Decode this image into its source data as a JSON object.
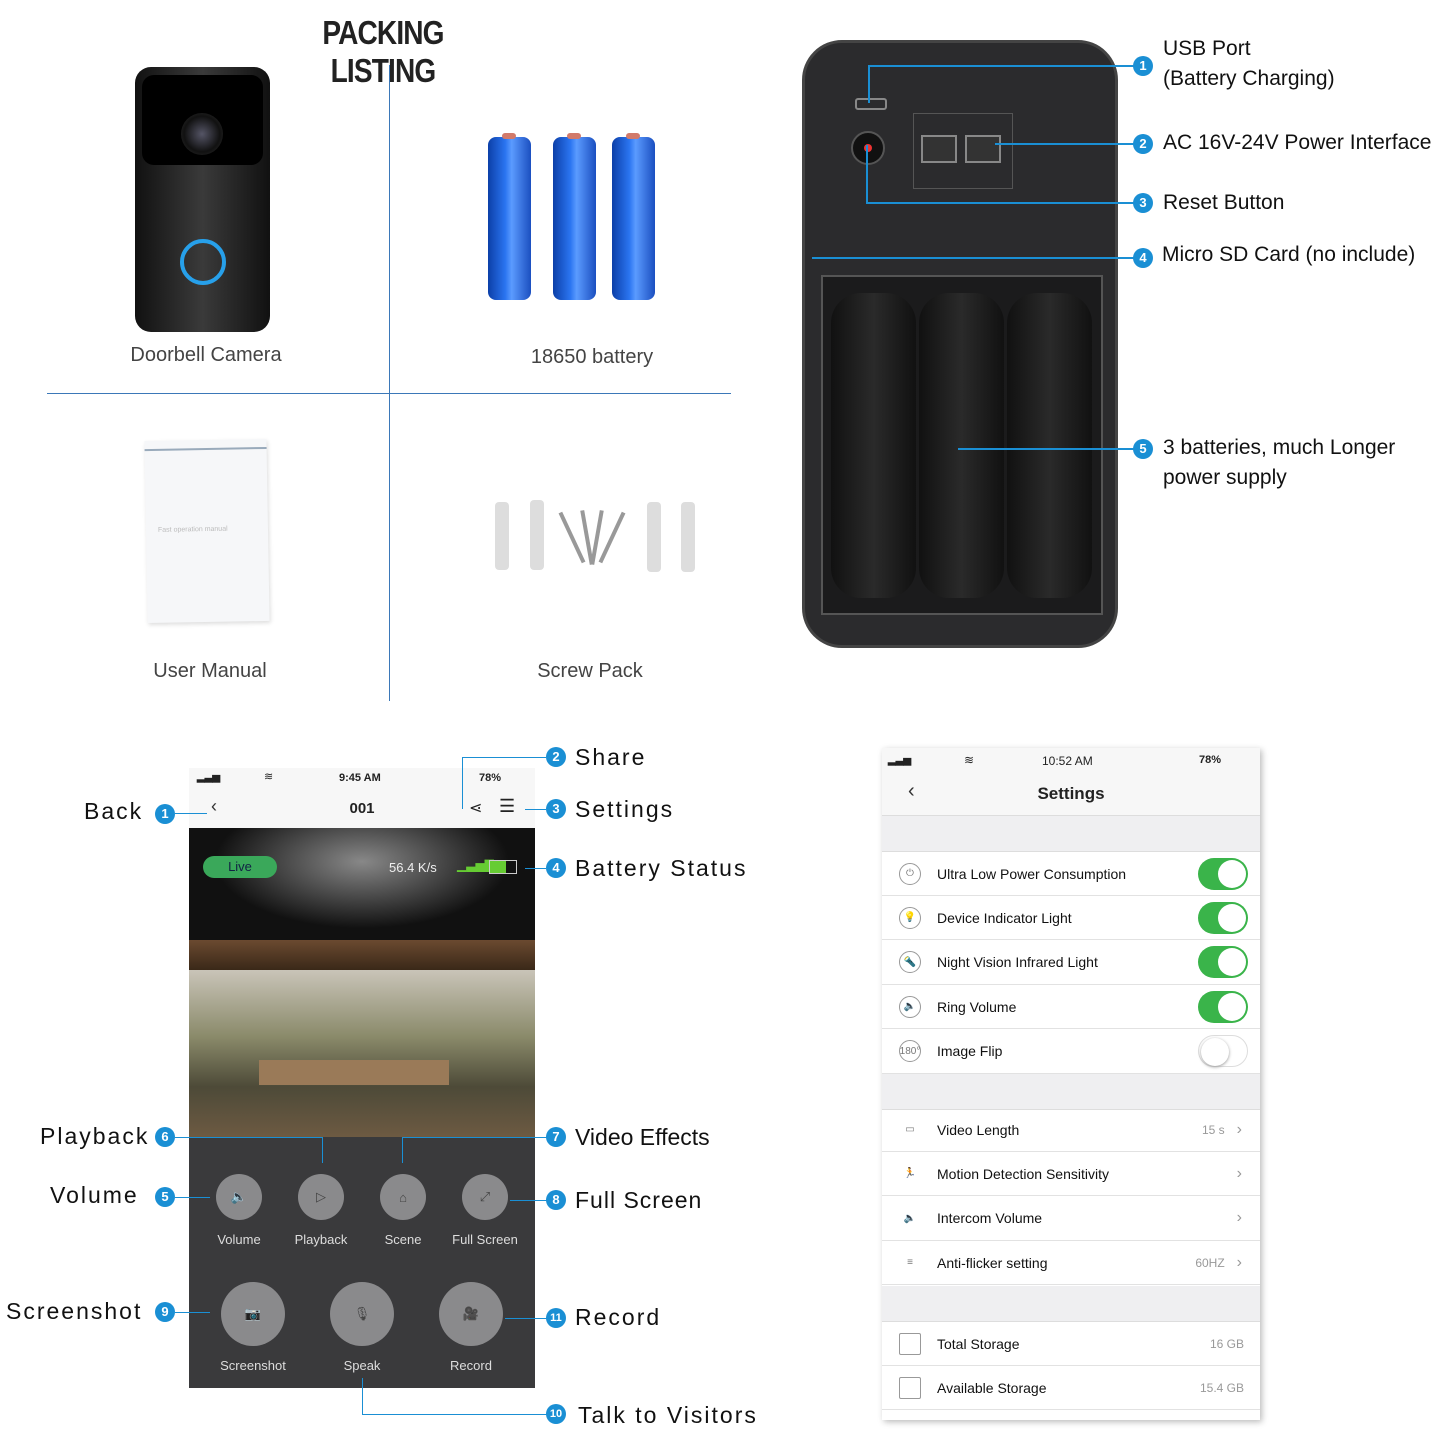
{
  "title": "PACKING LISTING",
  "packing": {
    "doorbell": "Doorbell Camera",
    "battery": "18650 battery",
    "manual": "User Manual",
    "screws": "Screw Pack",
    "manual_cover": "Fast operation manual"
  },
  "back_callouts": [
    {
      "num": "1",
      "label": "USB Port",
      "label2": "(Battery Charging)"
    },
    {
      "num": "2",
      "label": "AC 16V-24V Power Interface"
    },
    {
      "num": "3",
      "label": "Reset Button"
    },
    {
      "num": "4",
      "label": "Micro SD Card (no include)"
    },
    {
      "num": "5",
      "label": "3 batteries, much Longer",
      "label2": "power supply"
    }
  ],
  "app": {
    "status": {
      "time": "9:45 AM",
      "battery": "78%"
    },
    "title": "001",
    "live": "Live",
    "speed": "56.4 K/s",
    "controls": [
      "Volume",
      "Playback",
      "Scene",
      "Full Screen"
    ],
    "bottom": [
      "Screenshot",
      "Speak",
      "Record"
    ],
    "callouts": {
      "back": "Back",
      "share": "Share",
      "settings": "Settings",
      "battery": "Battery Status",
      "playback": "Playback",
      "video": "Video Effects",
      "volume": "Volume",
      "full": "Full Screen",
      "screenshot": "Screenshot",
      "record": "Record",
      "talk": "Talk to Visitors"
    },
    "nums": [
      "1",
      "2",
      "3",
      "4",
      "5",
      "6",
      "7",
      "8",
      "9",
      "10",
      "11"
    ]
  },
  "settings": {
    "status": {
      "time": "10:52 AM",
      "battery": "78%"
    },
    "title": "Settings",
    "toggles": [
      {
        "label": "Ultra Low Power Consumption",
        "on": true
      },
      {
        "label": "Device Indicator Light",
        "on": true
      },
      {
        "label": "Night Vision Infrared Light",
        "on": true
      },
      {
        "label": "Ring Volume",
        "on": true
      },
      {
        "label": "Image Flip",
        "on": false
      }
    ],
    "items": [
      {
        "label": "Video Length",
        "value": "15 s"
      },
      {
        "label": "Motion Detection Sensitivity",
        "value": ""
      },
      {
        "label": "Intercom Volume",
        "value": ""
      },
      {
        "label": "Anti-flicker setting",
        "value": "60HZ"
      }
    ],
    "storage": [
      {
        "label": "Total Storage",
        "value": "16 GB"
      },
      {
        "label": "Available Storage",
        "value": "15.4 GB"
      }
    ],
    "flip_icon": "180°"
  },
  "colors": {
    "accent": "#1a8fd4",
    "toggle_on": "#3ab44a",
    "battery_blue": "#2a74f0"
  }
}
